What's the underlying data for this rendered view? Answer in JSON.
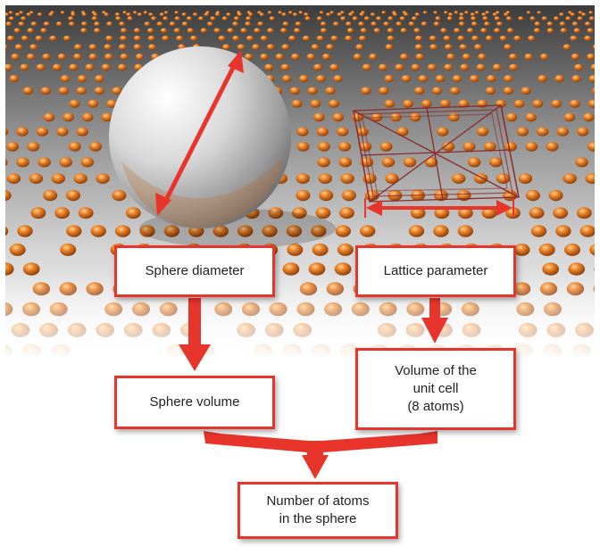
{
  "boxes": {
    "sphere_diameter": "Sphere diameter",
    "lattice_parameter": "Lattice parameter",
    "sphere_volume": "Sphere volume",
    "unit_cell_volume": "Volume of the\nunit cell\n(8 atoms)",
    "atoms_in_sphere": "Number of atoms\nin the sphere"
  },
  "colors": {
    "arrow_red": "#e8352b",
    "atom_orange": "#e07a2a",
    "sphere_silver": "#d9d9d9",
    "lattice_lines": "#8a2a2a"
  },
  "icons": {
    "scene": "lattice-of-atoms-with-silver-sphere",
    "diameter_arrow": "double-headed-arrow",
    "lattice_arrow": "double-headed-arrow"
  }
}
